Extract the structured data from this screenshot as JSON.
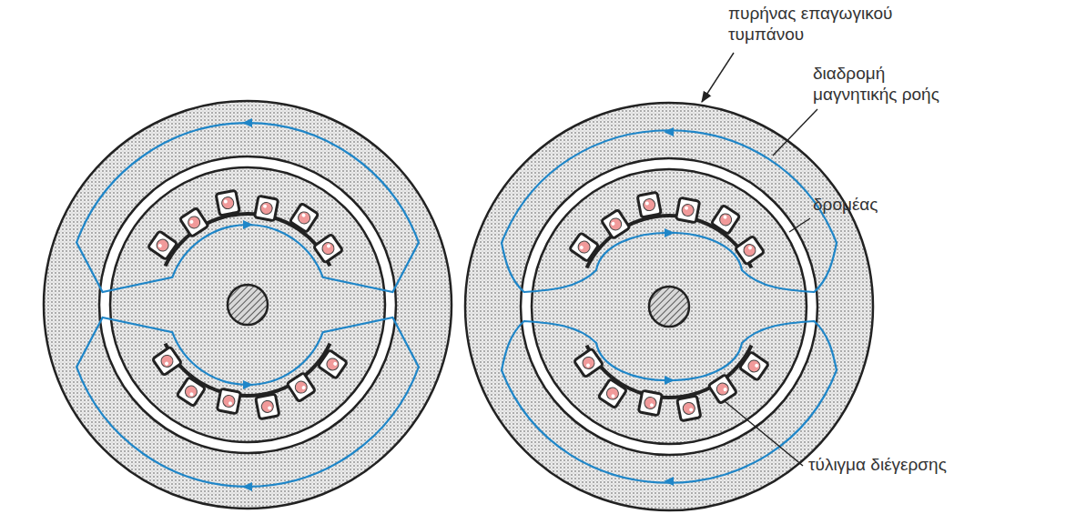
{
  "diagram": {
    "labels": [
      "πυρήνας επαγωγικού τυμπάνου",
      "διαδρομή μαγνητικής ροής",
      "δρομέας",
      "τύλιγμα διέγερσης"
    ]
  }
}
